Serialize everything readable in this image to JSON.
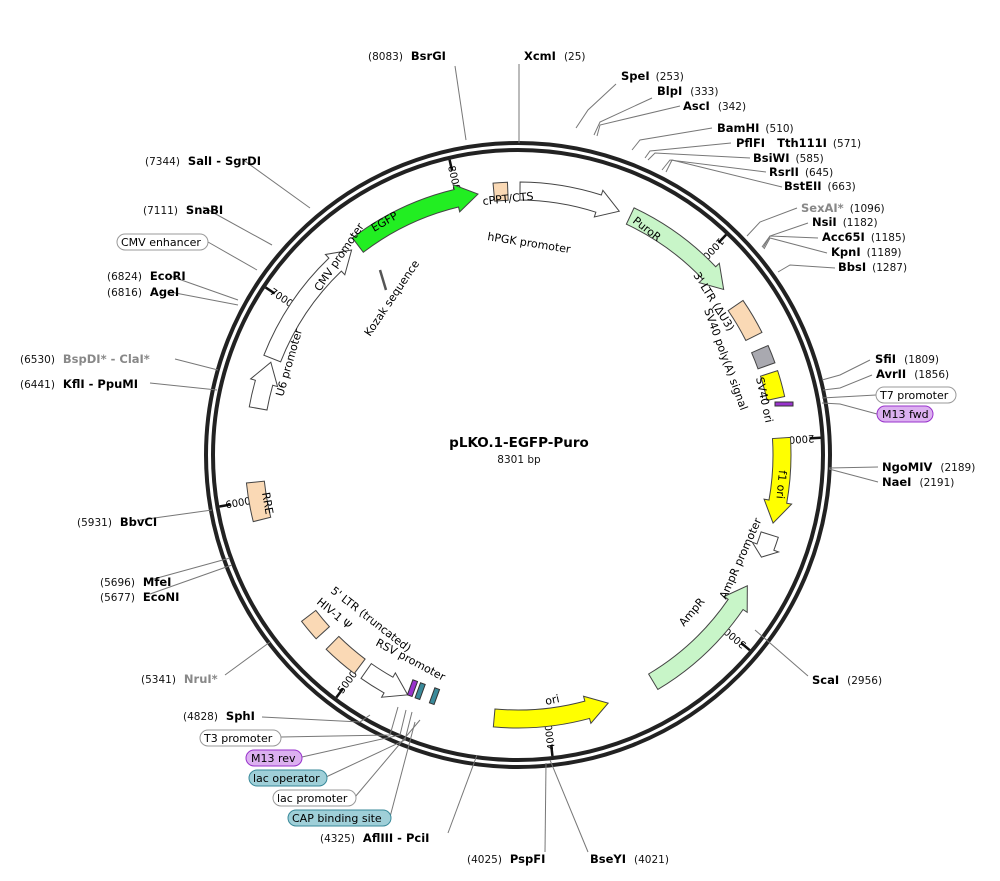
{
  "plasmid": {
    "name": "pLKO.1-EGFP-Puro",
    "length_label": "8301 bp",
    "length": 8301
  },
  "ticks": [
    {
      "bp": 1000,
      "label": "1000"
    },
    {
      "bp": 2000,
      "label": "2000"
    },
    {
      "bp": 3000,
      "label": "3000"
    },
    {
      "bp": 4000,
      "label": "4000"
    },
    {
      "bp": 5000,
      "label": "5000"
    },
    {
      "bp": 6000,
      "label": "6000"
    },
    {
      "bp": 7000,
      "label": "7000"
    },
    {
      "bp": 8000,
      "label": "8000"
    }
  ],
  "features": [
    {
      "name": "cPPT/CTS",
      "start": 8180,
      "end": 8250,
      "strand": 0,
      "color": "#fad9b5"
    },
    {
      "name": "hPGK promoter",
      "start": 10,
      "end": 520,
      "strand": 1,
      "color": "#ffffff"
    },
    {
      "name": "PuroR",
      "start": 580,
      "end": 1180,
      "strand": 1,
      "color": "#c8f5c8"
    },
    {
      "name": "3' LTR (ΔU3)",
      "start": 1280,
      "end": 1460,
      "strand": 0,
      "color": "#fad9b5"
    },
    {
      "name": "SV40 poly(A) signal",
      "start": 1530,
      "end": 1620,
      "strand": 0,
      "color": "#a9a9b0"
    },
    {
      "name": "SV40 ori",
      "start": 1660,
      "end": 1790,
      "strand": 0,
      "color": "#ffff00"
    },
    {
      "name": "f1 ori",
      "start": 1990,
      "end": 2420,
      "strand": 1,
      "color": "#ffff00"
    },
    {
      "name": "AmpR promoter",
      "start": 2480,
      "end": 2600,
      "strand": 1,
      "color": "#ffffff"
    },
    {
      "name": "AmpR",
      "start": 2760,
      "end": 3440,
      "strand": -1,
      "color": "#c8f5c8"
    },
    {
      "name": "ori",
      "start": 3690,
      "end": 4270,
      "strand": -1,
      "color": "#ffff00"
    },
    {
      "name": "RSV promoter",
      "start": 4720,
      "end": 4960,
      "strand": -1,
      "color": "#ffffff"
    },
    {
      "name": "5' LTR (truncated)",
      "start": 5000,
      "end": 5180,
      "strand": 0,
      "color": "#fad9b5"
    },
    {
      "name": "HIV-1 Ψ",
      "start": 5250,
      "end": 5360,
      "strand": 0,
      "color": "#fad9b5"
    },
    {
      "name": "RRE",
      "start": 5900,
      "end": 6090,
      "strand": 0,
      "color": "#fad9b5"
    },
    {
      "name": "U6 promoter",
      "start": 6460,
      "end": 6700,
      "strand": 1,
      "color": "#ffffff"
    },
    {
      "name": "CMV promoter",
      "start": 6720,
      "end": 7400,
      "strand": 1,
      "color": "#ffffff"
    },
    {
      "name": "EGFP",
      "start": 7440,
      "end": 8100,
      "strand": 1,
      "color": "#22ee22"
    },
    {
      "name": "Kozak sequence",
      "start": 7420,
      "end": 7430,
      "strand": 0,
      "color": "#555555"
    }
  ],
  "small_features": [
    {
      "name": "M13 rev",
      "color": "#9933cc"
    },
    {
      "name": "lac operator",
      "color": "#3a8a9a"
    },
    {
      "name": "lac promoter",
      "color": "#ffffff"
    },
    {
      "name": "CAP binding site",
      "color": "#3a8a9a"
    }
  ],
  "sites": {
    "xcmi": {
      "name": "XcmI",
      "pos": "(25)"
    },
    "bsrgi": {
      "name": "BsrGI",
      "pos": "(8083)"
    },
    "spei": {
      "name": "SpeI",
      "pos": "(253)"
    },
    "blpi": {
      "name": "BlpI",
      "pos": "(333)"
    },
    "asci": {
      "name": "AscI",
      "pos": "(342)"
    },
    "bamhi": {
      "name": "BamHI",
      "pos": "(510)"
    },
    "pflfi": {
      "name": "PflFI   Tth111I",
      "pos": "(571)"
    },
    "bsiwi": {
      "name": "BsiWI",
      "pos": "(585)"
    },
    "rsrii": {
      "name": "RsrII",
      "pos": "(645)"
    },
    "bsteii": {
      "name": "BstEII",
      "pos": "(663)"
    },
    "sexai": {
      "name": "SexAI*",
      "pos": "(1096)"
    },
    "nsii": {
      "name": "NsiI",
      "pos": "(1182)"
    },
    "acc65i": {
      "name": "Acc65I",
      "pos": "(1185)"
    },
    "kpni": {
      "name": "KpnI",
      "pos": "(1189)"
    },
    "bbsi": {
      "name": "BbsI",
      "pos": "(1287)"
    },
    "sfii": {
      "name": "SfiI",
      "pos": "(1809)"
    },
    "avrii": {
      "name": "AvrII",
      "pos": "(1856)"
    },
    "ngomiv": {
      "name": "NgoMIV",
      "pos": "(2189)"
    },
    "naei": {
      "name": "NaeI",
      "pos": "(2191)"
    },
    "scai": {
      "name": "ScaI",
      "pos": "(2956)"
    },
    "bseyi": {
      "name": "BseYI",
      "pos": "(4021)"
    },
    "pspfi": {
      "name": "PspFI",
      "pos": "(4025)"
    },
    "afliii": {
      "name": "AflIII - PciI",
      "pos": "(4325)"
    },
    "sphi": {
      "name": "SphI",
      "pos": "(4828)"
    },
    "nrui": {
      "name": "NruI*",
      "pos": "(5341)"
    },
    "econi": {
      "name": "EcoNI",
      "pos": "(5677)"
    },
    "mfei": {
      "name": "MfeI",
      "pos": "(5696)"
    },
    "bbvci": {
      "name": "BbvCI",
      "pos": "(5931)"
    },
    "kfli": {
      "name": "KflI - PpuMI",
      "pos": "(6441)"
    },
    "bspdi": {
      "name": "BspDI* - ClaI*",
      "pos": "(6530)"
    },
    "agei": {
      "name": "AgeI",
      "pos": "(6816)"
    },
    "ecori": {
      "name": "EcoRI",
      "pos": "(6824)"
    },
    "snabi": {
      "name": "SnaBI",
      "pos": "(7111)"
    },
    "sali": {
      "name": "SalI - SgrDI",
      "pos": "(7344)"
    }
  },
  "primer_labels": {
    "t7": "T7 promoter",
    "m13fwd": "M13 fwd",
    "t3": "T3 promoter",
    "m13rev": "M13 rev",
    "lacop": "lac operator",
    "lacpro": "lac promoter",
    "cap": "CAP binding site",
    "cmvenh": "CMV enhancer"
  }
}
